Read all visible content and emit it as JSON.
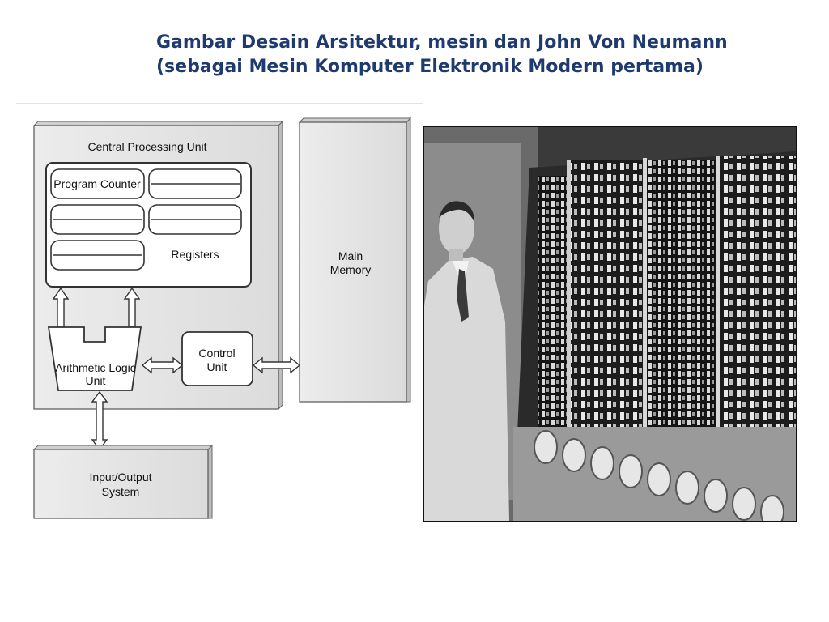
{
  "slide": {
    "title": "Gambar Desain Arsitektur, mesin dan John Von Neumann (sebagai Mesin Komputer Elektronik Modern pertama)"
  },
  "diagram": {
    "cpu_label": "Central Processing Unit",
    "program_counter": "Program Counter",
    "registers": "Registers",
    "alu_line1": "Arithmetic Logic",
    "alu_line2": "Unit",
    "control_line1": "Control",
    "control_line2": "Unit",
    "memory_line1": "Main",
    "memory_line2": "Memory",
    "io_line1": "Input/Output",
    "io_line2": "System"
  },
  "photo": {
    "subject": "von-neumann-with-ias-machine"
  }
}
